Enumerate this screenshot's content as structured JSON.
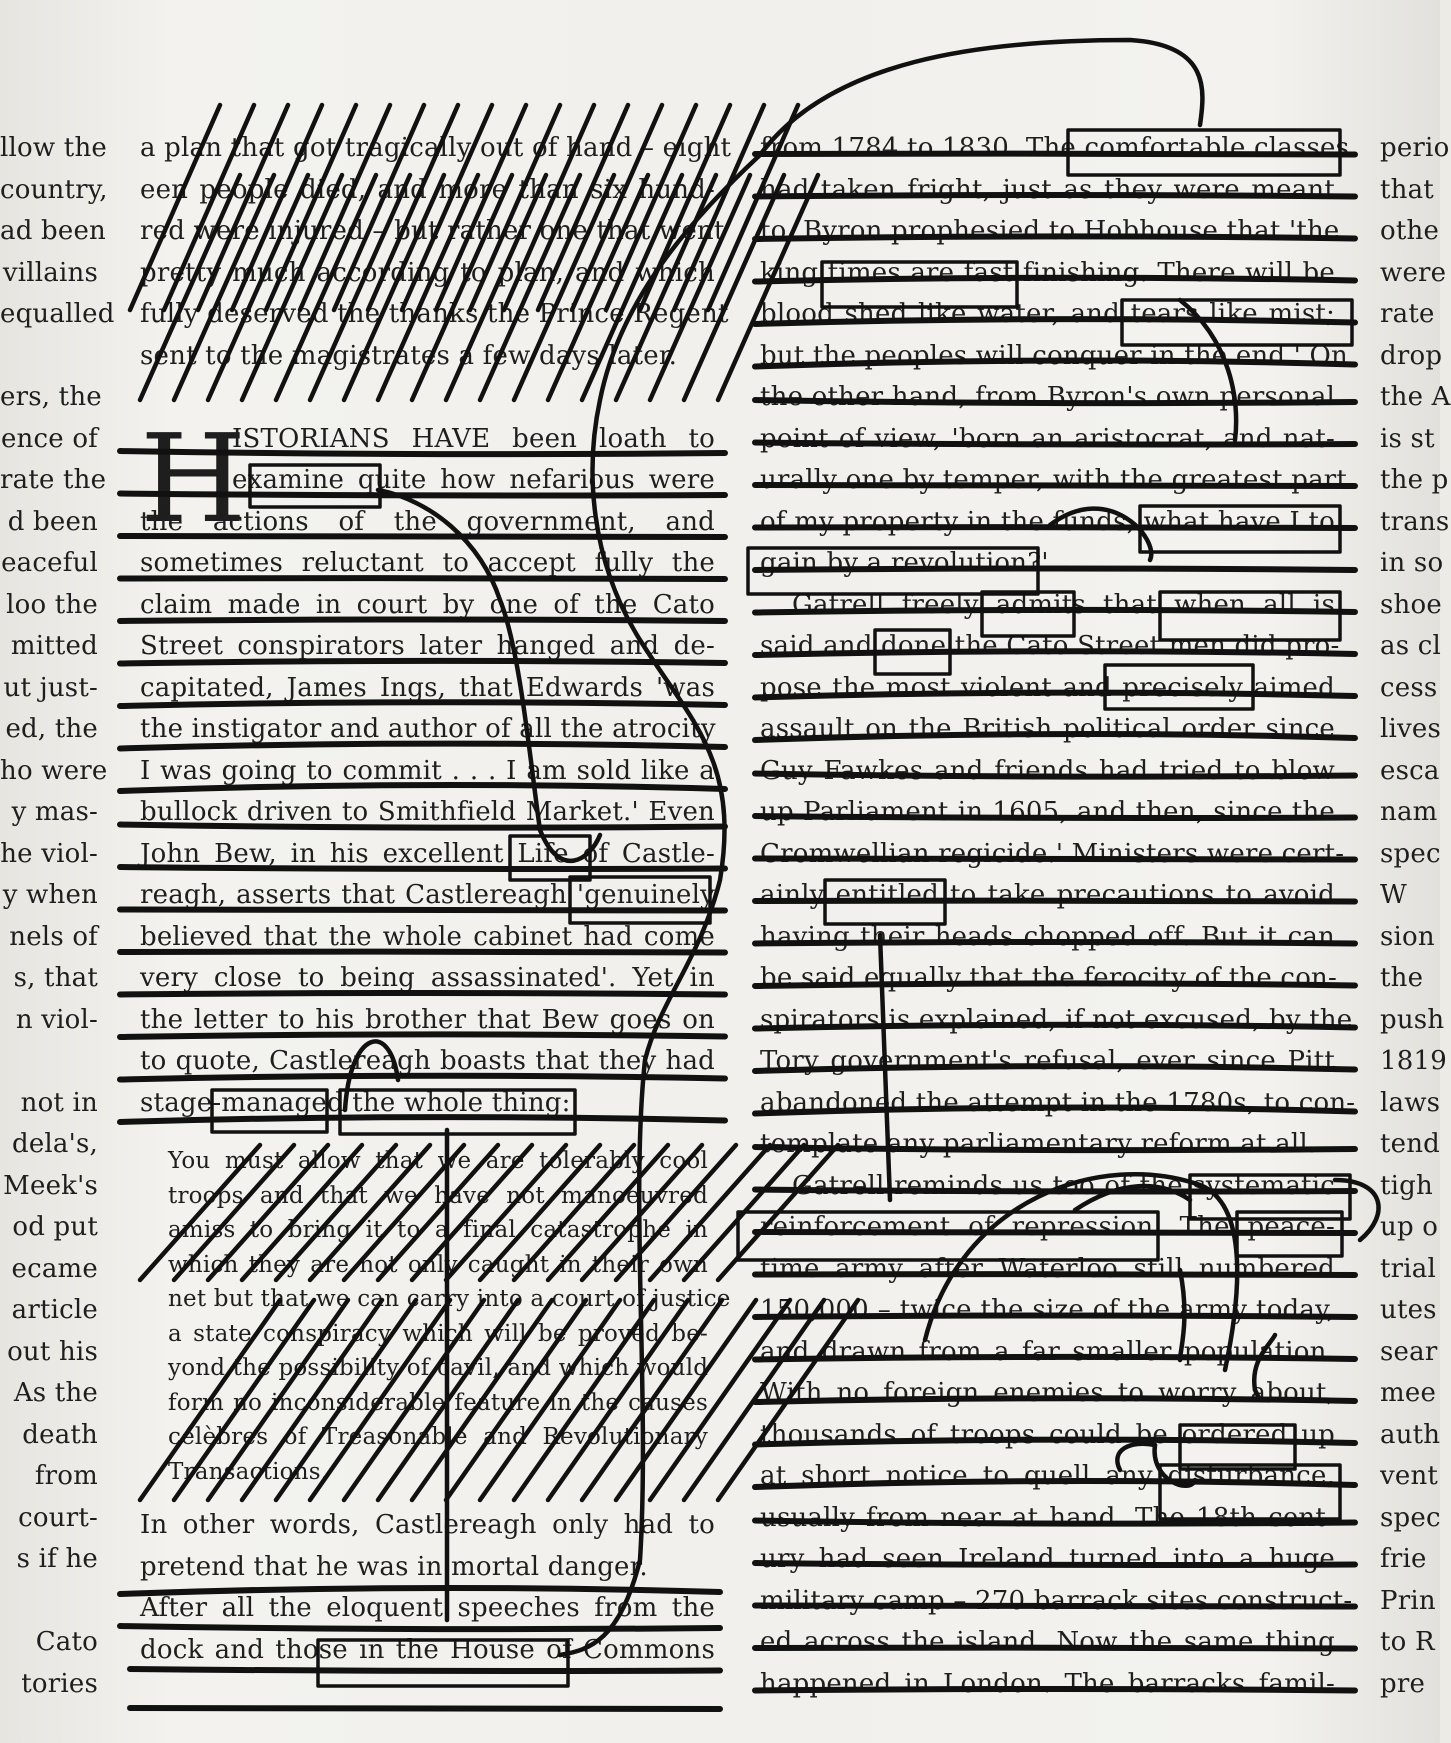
{
  "left_column_fragments": [
    "llow the",
    "country,",
    "ad been",
    "villains",
    "equalled",
    "",
    "ers, the",
    "ence of",
    "rate the",
    "d been",
    "eaceful",
    "loo the",
    "mitted",
    "ut just-",
    "ed, the",
    "ho were",
    "y mas-",
    "he viol-",
    "y when",
    "nels of",
    "s, that",
    "n viol-",
    "",
    "not in",
    "dela's,",
    "Meek's",
    "od put",
    "ecame",
    "article",
    "out his",
    "As the",
    "death",
    "from",
    "court-",
    "s if he",
    "",
    "Cato",
    "tories"
  ],
  "middle_column": {
    "intro": [
      "a plan that got tragically out of hand – eight",
      "een people died, and more than six hund-",
      "red were injured – but rather one that went",
      "pretty much according to plan, and which",
      "fully deserved the thanks the Prince Regent",
      "sent to the magistrates a few days later."
    ],
    "drop_cap": "H",
    "body": [
      "ISTORIANS HAVE been loath to",
      "examine quite how nefarious were",
      "the actions of the government, and",
      "sometimes reluctant to accept fully the",
      "claim made in court by one of the Cato",
      "Street conspirators later hanged and de-",
      "capitated, James Ings, that Edwards 'was",
      "the instigator and author of all the atrocity",
      "I was going to commit . . . I am sold like a",
      "bullock driven to Smithfield Market.' Even",
      "John Bew, in his excellent Life of Castle-",
      "reagh, asserts that Castlereagh 'genuinely",
      "believed that the whole cabinet had come",
      "very close to being assassinated'. Yet in",
      "the letter to his brother that Bew goes on",
      "to quote, Castlereagh boasts that they had",
      "stage-managed the whole thing:"
    ],
    "quote": [
      "You must allow that we are tolerably cool",
      "troops and that we have not manoeuvred",
      "amiss to bring it to a final catastrophe in",
      "which they are not only caught in their own",
      "net but that we can carry into a court of justice",
      "a state conspiracy which will be proved be-",
      "yond the possibility of cavil, and which would",
      "form no inconsiderable feature in the causes",
      "célèbres of Treasonable and Revolutionary",
      "Transactions."
    ],
    "after": [
      "In other words, Castlereagh only had to",
      "pretend that he was in mortal danger.",
      "After all the eloquent speeches from the",
      "dock and those in the House of Commons"
    ]
  },
  "right_column": [
    "from 1784 to 1830. The comfortable classes",
    "had taken fright, just as they were meant",
    "to. Byron prophesied to Hobhouse that 'the",
    "king times are fast finishing. There will be",
    "blood shed like water, and tears like mist;",
    "but the peoples will conquer in the end.' On",
    "the other hand, from Byron's own personal",
    "point of view, 'born an aristocrat, and nat-",
    "urally one by temper, with the greatest part",
    "of my property in the funds, what have I to",
    "gain by a revolution?'",
    "Gatrell freely admits that when all is",
    "said and done the Cato Street men did pro-",
    "pose the most violent and precisely aimed",
    "assault on the British political order since",
    "Guy Fawkes and friends had tried to blow",
    "up Parliament in 1605, and then, since the",
    "Cromwellian regicide.' Ministers were cert-",
    "ainly entitled to take precautions to avoid",
    "having their heads chopped off. But it can",
    "be said equally that the ferocity of the con-",
    "spirators is explained, if not excused, by the",
    "Tory government's refusal, ever since Pitt",
    "abandoned the attempt in the 1780s, to con-",
    "template any parliamentary reform at all.",
    "Gatrell reminds us too of the systematic",
    "reinforcement of repression. The peace-",
    "time army after Waterloo still numbered",
    "150,000 – twice the size of the army today,",
    "and drawn from a far smaller population.",
    "With no foreign enemies to worry about,",
    "thousands of troops could be ordered up",
    "at short notice to quell any disturbance,",
    "usually from near at hand. The 18th cent-",
    "ury had seen Ireland turned into a huge",
    "military camp – 270 barrack sites construct-",
    "ed across the island. Now the same thing",
    "happened in London. The barracks famil-"
  ],
  "far_right_fragments": [
    "perio",
    "that",
    "othe",
    "were",
    "rate",
    "drop",
    "the A",
    "is st",
    "the p",
    "trans",
    "in so",
    "shoe",
    "as cl",
    "cess",
    "lives",
    "esca",
    "nam",
    "spec",
    "W",
    "sion",
    "the",
    "push",
    "1819",
    "laws",
    "tend",
    "tigh",
    "up o",
    "trial",
    "utes",
    "sear",
    "mee",
    "auth",
    "vent",
    "spec",
    "frie",
    "Prin",
    "to R",
    "pre"
  ],
  "boxed_words": [
    "comfortable classes",
    "times are fast",
    "tears like mist",
    "what have I to",
    "gain by a revolution?",
    "admit",
    "when all is",
    "done",
    "precisely",
    "entitled",
    "systematic",
    "reinforcement of repression",
    "peace",
    "ordered",
    "disturbance,",
    "examine",
    "Life",
    "genuinely",
    "managed",
    "the whole thing:",
    "eloquent speeches"
  ]
}
